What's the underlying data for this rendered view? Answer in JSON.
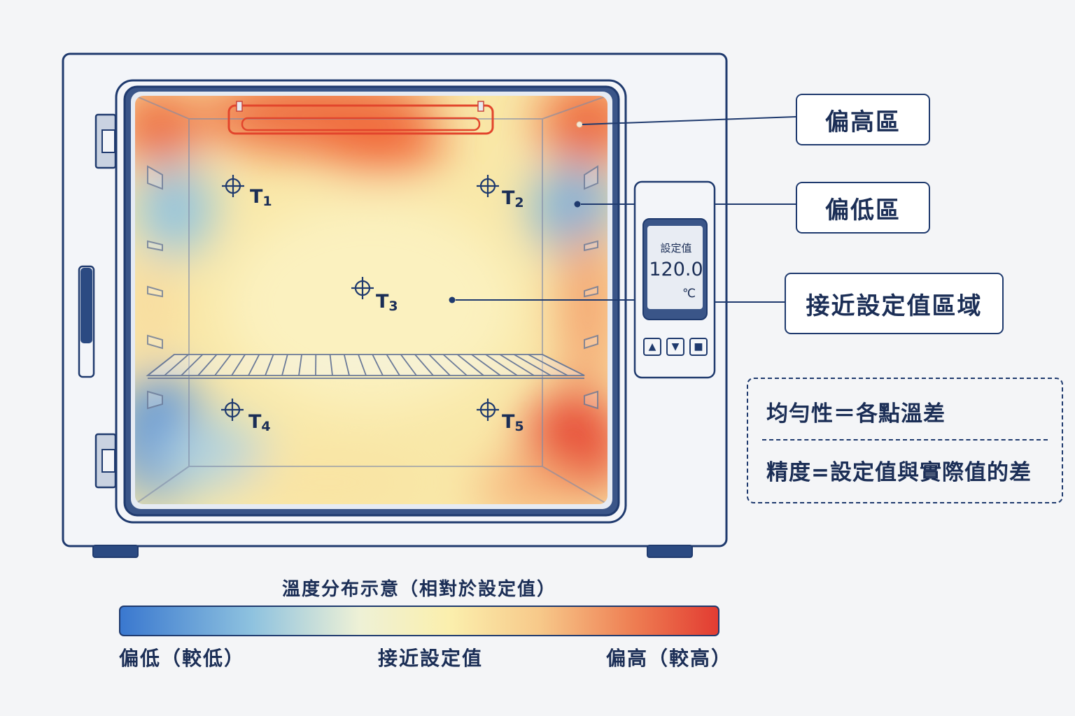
{
  "callouts": {
    "high_zone": "偏高區",
    "low_zone": "偏低區",
    "near_setpoint_zone": "接近設定值區域"
  },
  "notes": {
    "uniformity": "均勻性＝各點溫差",
    "accuracy": "精度=設定值與實際值的差"
  },
  "controller": {
    "caption": "設定值",
    "value": "120.0",
    "unit": "℃",
    "buttons": [
      {
        "icon": "triangle-up-icon",
        "glyph": "▲"
      },
      {
        "icon": "triangle-down-icon",
        "glyph": "▼"
      },
      {
        "icon": "square-stop-icon",
        "glyph": "■"
      }
    ]
  },
  "probes": [
    {
      "name": "T",
      "sub": "1"
    },
    {
      "name": "T",
      "sub": "2"
    },
    {
      "name": "T",
      "sub": "3"
    },
    {
      "name": "T",
      "sub": "4"
    },
    {
      "name": "T",
      "sub": "5"
    }
  ],
  "legend": {
    "title": "溫度分布示意（相對於設定值）",
    "low": "偏低（較低）",
    "mid": "接近設定值",
    "high": "偏高（較高）",
    "colors": {
      "low": "#3a78cf",
      "near": "#fbefad",
      "high": "#e23c32"
    }
  },
  "colors": {
    "outline": "#1f3a6e",
    "text": "#1b2e56",
    "heater": "#e2452c"
  }
}
